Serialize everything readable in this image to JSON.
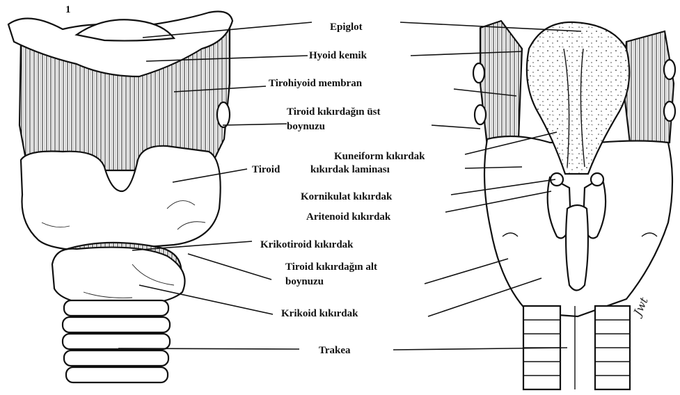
{
  "figure_marker": "1",
  "labels": {
    "epiglot": "Epiglot",
    "hyoid": "Hyoid kemik",
    "tirohiyoid": "Tirohiyoid membran",
    "tiroid_ust_1": "Tiroid kıkırdağın üst",
    "tiroid_ust_2": "boynuzu",
    "kuneiform": "Kuneiform kıkırdak",
    "tiroid": "Tiroid",
    "lamina": "kıkırdak laminası",
    "kornikulat": "Kornikulat kıkırdak",
    "aritenoid": "Aritenoid kıkırdak",
    "krikotiroid": "Krikotiroid kıkırdak",
    "tiroid_alt_1": "Tiroid kıkırdağın alt",
    "tiroid_alt_2": "boynuzu",
    "krikoid": "Krikoid kıkırdak",
    "trakea": "Trakea"
  },
  "signature": "Jwt"
}
